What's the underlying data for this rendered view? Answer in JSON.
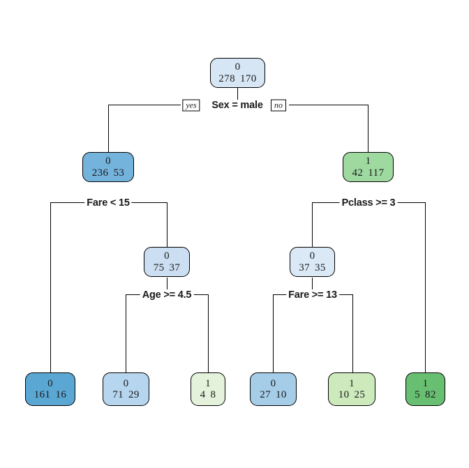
{
  "chart_data": {
    "type": "diagram",
    "subtype": "decision-tree",
    "title": "",
    "class_labels": [
      "0",
      "1"
    ],
    "root_totals": [
      278,
      170
    ],
    "nodes": [
      {
        "id": "n1",
        "label": "0",
        "count0": "278",
        "count1": "170",
        "counts": "278  170",
        "fill": "#d7e6f5",
        "depth": 0,
        "is_leaf": false
      },
      {
        "id": "n2",
        "label": "0",
        "count0": "236",
        "count1": "53",
        "counts": "236  53",
        "fill": "#74b3dc",
        "depth": 1,
        "is_leaf": false
      },
      {
        "id": "n3",
        "label": "1",
        "count0": "42",
        "count1": "117",
        "counts": "42  117",
        "fill": "#9ed9a0",
        "depth": 1,
        "is_leaf": false
      },
      {
        "id": "n4",
        "label": "0",
        "count0": "75",
        "count1": "37",
        "counts": "75  37",
        "fill": "#ccdff2",
        "depth": 2,
        "is_leaf": false
      },
      {
        "id": "n5",
        "label": "0",
        "count0": "37",
        "count1": "35",
        "counts": "37  35",
        "fill": "#dbe9f7",
        "depth": 2,
        "is_leaf": false
      },
      {
        "id": "n6",
        "label": "0",
        "count0": "161",
        "count1": "16",
        "counts": "161  16",
        "fill": "#5ba7d4",
        "depth": 3,
        "is_leaf": true
      },
      {
        "id": "n7",
        "label": "0",
        "count0": "71",
        "count1": "29",
        "counts": "71  29",
        "fill": "#b6d5ee",
        "depth": 3,
        "is_leaf": true
      },
      {
        "id": "n8",
        "label": "1",
        "count0": "4",
        "count1": "8",
        "counts": "4  8",
        "fill": "#e4f2dc",
        "depth": 3,
        "is_leaf": true
      },
      {
        "id": "n9",
        "label": "0",
        "count0": "27",
        "count1": "10",
        "counts": "27  10",
        "fill": "#a6cde8",
        "depth": 3,
        "is_leaf": true
      },
      {
        "id": "n10",
        "label": "1",
        "count0": "10",
        "count1": "25",
        "counts": "10  25",
        "fill": "#cdeabc",
        "depth": 3,
        "is_leaf": true
      },
      {
        "id": "n11",
        "label": "1",
        "count0": "5",
        "count1": "82",
        "counts": "5  82",
        "fill": "#68bf72",
        "depth": 3,
        "is_leaf": true
      }
    ],
    "splits": [
      {
        "id": "s1",
        "text": "Sex = male",
        "yes_label": "yes",
        "no_label": "no",
        "parent": "n1",
        "children": [
          "n2",
          "n3"
        ]
      },
      {
        "id": "s2",
        "text": "Fare < 15",
        "parent": "n2",
        "children": [
          "n6",
          "n4"
        ]
      },
      {
        "id": "s3",
        "text": "Pclass >= 3",
        "parent": "n3",
        "children": [
          "n5",
          "n11"
        ]
      },
      {
        "id": "s4",
        "text": "Age >= 4.5",
        "parent": "n4",
        "children": [
          "n7",
          "n8"
        ]
      },
      {
        "id": "s5",
        "text": "Fare >= 13",
        "parent": "n5",
        "children": [
          "n9",
          "n10"
        ]
      }
    ],
    "colors": {
      "class0_dark": "#5ba7d4",
      "class0_light": "#dbe9f7",
      "class1_dark": "#68bf72",
      "class1_light": "#e4f2dc",
      "line": "#000000",
      "background": "#ffffff"
    }
  }
}
